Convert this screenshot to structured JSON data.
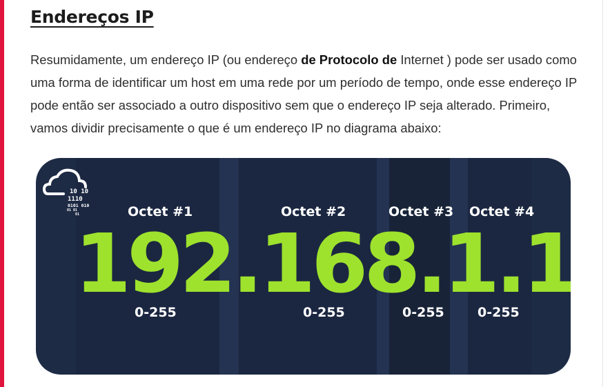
{
  "article": {
    "heading": "Endereços IP",
    "paragraph": {
      "before_bold": "Resumidamente, um endereço IP (ou endereço ",
      "bold": "de Protocolo de",
      "after_bold": " Internet ) pode ser usado como uma forma de identificar um host em uma rede por um período de tempo, onde esse endereço IP pode então ser associado a outro dispositivo sem que o endereço IP seja alterado. Primeiro, vamos dividir precisamente o que é um endereço IP no diagrama abaixo:"
    }
  },
  "diagram": {
    "ip_address": "192.168.1.1",
    "octets": [
      {
        "label": "Octet #1",
        "range": "0-255"
      },
      {
        "label": "Octet #2",
        "range": "0-255"
      },
      {
        "label": "Octet #3",
        "range": "0-255"
      },
      {
        "label": "Octet #4",
        "range": "0-255"
      }
    ],
    "logo_binary": [
      "10 10",
      "1110",
      "0101 010",
      "01 01",
      "01"
    ],
    "colors": {
      "accent_bar": "#e0143c",
      "diagram_background": "#1e2b45",
      "ip_text": "#9ee22d",
      "label_text": "#ffffff"
    }
  }
}
